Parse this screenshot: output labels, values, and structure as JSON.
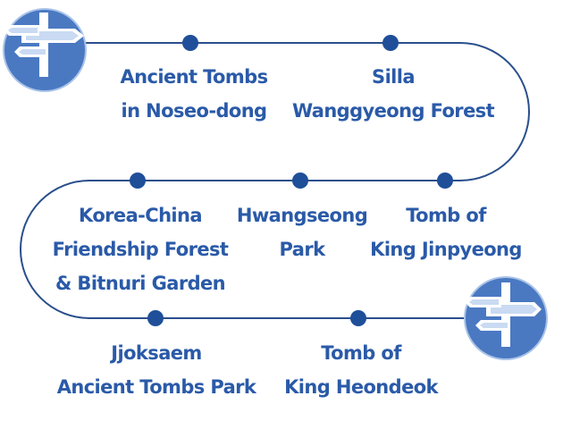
{
  "colors": {
    "route": "#2a4f8c",
    "stop": "#1f4f99",
    "label": "#2a5aa8",
    "badge": "#4a79c2",
    "badge_ring": "#aac3e8"
  },
  "icons": {
    "start": "signpost-icon",
    "end": "signpost-icon"
  },
  "stops": [
    {
      "id": "noseo",
      "lines": [
        "Ancient Tombs",
        "in Noseo-dong"
      ]
    },
    {
      "id": "silla",
      "lines": [
        "Silla",
        "Wanggyeong Forest"
      ]
    },
    {
      "id": "jinpyeong",
      "lines": [
        "Tomb of",
        "King Jinpyeong"
      ]
    },
    {
      "id": "hwangseong",
      "lines": [
        "Hwangseong",
        "Park"
      ]
    },
    {
      "id": "korea-china",
      "lines": [
        "Korea-China",
        "Friendship Forest",
        "& Bitnuri Garden"
      ]
    },
    {
      "id": "jjoksaem",
      "lines": [
        "Jjoksaem",
        "Ancient Tombs Park"
      ]
    },
    {
      "id": "heondeok",
      "lines": [
        "Tomb of",
        "King Heondeok"
      ]
    }
  ]
}
